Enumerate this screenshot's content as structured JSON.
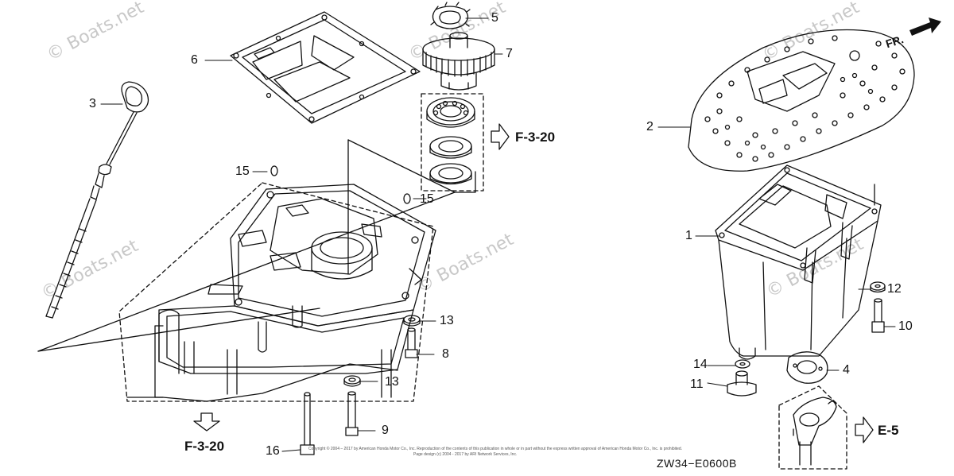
{
  "watermark": "© Boats.net",
  "callouts": {
    "c1": "1",
    "c2": "2",
    "c3": "3",
    "c4": "4",
    "c5": "5",
    "c6": "6",
    "c7": "7",
    "c8": "8",
    "c9": "9",
    "c10": "10",
    "c11": "11",
    "c12": "12",
    "c13a": "13",
    "c13b": "13",
    "c14": "14",
    "c15a": "15",
    "c15b": "15",
    "c16": "16"
  },
  "refs": {
    "top": "F-3-20",
    "bottom": "F-3-20",
    "right": "E-5"
  },
  "direction_label": "FR.",
  "diagram_code": "ZW34−E0600B",
  "copyright": {
    "line1": "Copyright © 2004 – 2017 by American Honda Motor Co., Inc. Reproduction of the contents of this publication in whole or in part without the express written approval of American Honda Motor Co., Inc. is prohibited.",
    "line2": "Page design (c) 2004 - 2017 by ARI Network Services, Inc."
  }
}
